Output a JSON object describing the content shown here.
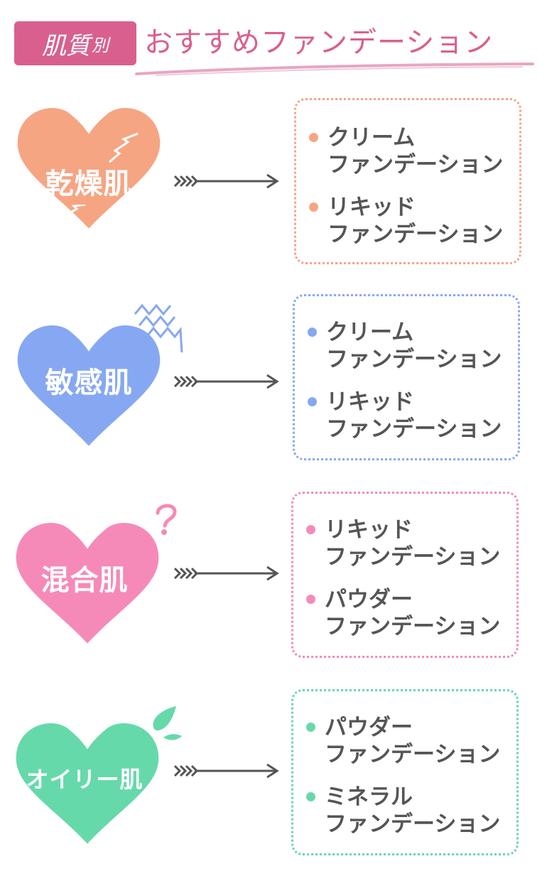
{
  "header": {
    "badge_main": "肌質",
    "badge_suffix": "別",
    "title": "おすすめファンデーション"
  },
  "colors": {
    "pink_header": "#d9608e",
    "dry": "#f6a583",
    "sensitive": "#86a8f2",
    "combination": "#f58ab9",
    "oily": "#66d9aa",
    "arrow": "#555555",
    "text": "#555555"
  },
  "rows": [
    {
      "skin_type": "乾燥肌",
      "deco_icon": "crack-icon",
      "items": [
        {
          "name": "クリーム",
          "sub": "ファンデーション"
        },
        {
          "name": "リキッド",
          "sub": "ファンデーション"
        }
      ]
    },
    {
      "skin_type": "敏感肌",
      "deco_icon": "zigzag-icon",
      "items": [
        {
          "name": "クリーム",
          "sub": "ファンデーション"
        },
        {
          "name": "リキッド",
          "sub": "ファンデーション"
        }
      ]
    },
    {
      "skin_type": "混合肌",
      "deco_icon": "question-mark-icon",
      "items": [
        {
          "name": "リキッド",
          "sub": "ファンデーション"
        },
        {
          "name": "パウダー",
          "sub": "ファンデーション"
        }
      ]
    },
    {
      "skin_type": "オイリー肌",
      "deco_icon": "oil-drop-icon",
      "items": [
        {
          "name": "パウダー",
          "sub": "ファンデーション"
        },
        {
          "name": "ミネラル",
          "sub": "ファンデーション"
        }
      ]
    }
  ]
}
